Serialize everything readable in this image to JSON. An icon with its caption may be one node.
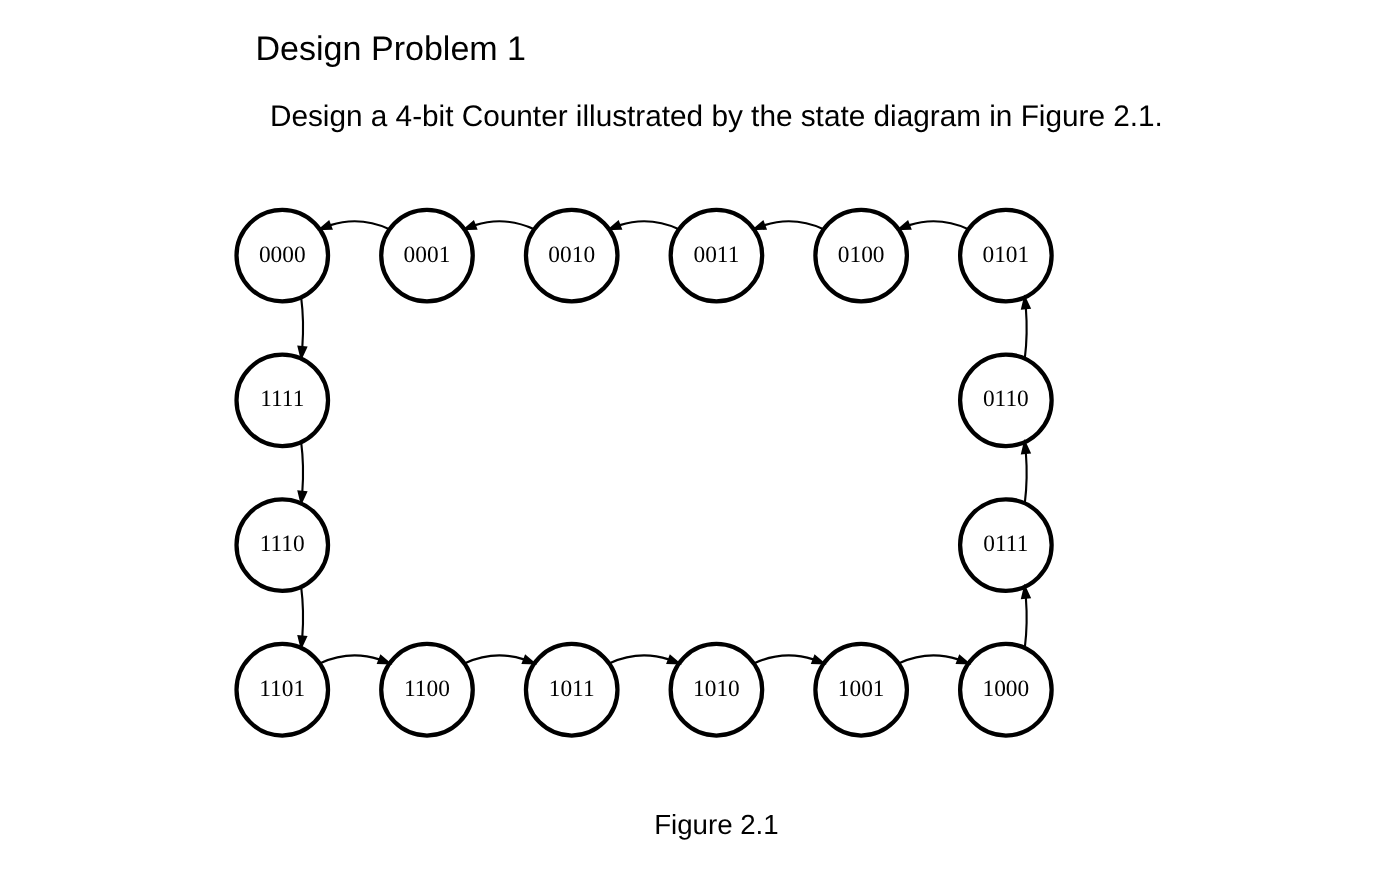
{
  "diagram": {
    "title": "Design Problem 1",
    "caption": "Figure 2.1",
    "nodes": [
      {
        "text": [
          "0000"
        ]
      },
      {
        "text": [
          "0001"
        ]
      },
      {
        "text": [
          "0010"
        ]
      },
      {
        "text": [
          "0011"
        ]
      },
      {
        "text": [
          "0100"
        ]
      },
      {
        "text": [
          "0101"
        ]
      },
      {
        "text": [
          "1111"
        ]
      },
      {
        "text": [
          "0110"
        ]
      },
      {
        "text": [
          "1110"
        ]
      },
      {
        "text": [
          "0111"
        ]
      },
      {
        "text": [
          "1101"
        ]
      },
      {
        "text": [
          "1100"
        ]
      },
      {
        "text": [
          "1011"
        ]
      },
      {
        "text": [
          "1010"
        ]
      },
      {
        "text": [
          "1001"
        ]
      },
      {
        "text": [
          "1000"
        ]
      }
    ],
    "edges": [
      {
        "from": 0,
        "to": 6,
        "arrow": "to"
      },
      {
        "from": 6,
        "to": 8,
        "arrow": "to"
      },
      {
        "from": 8,
        "to": 10,
        "arrow": "to"
      },
      {
        "from": 10,
        "to": 11,
        "arrow": "to"
      },
      {
        "from": 11,
        "to": 12,
        "arrow": "to"
      },
      {
        "from": 12,
        "to": 13,
        "arrow": "to"
      },
      {
        "from": 13,
        "to": 14,
        "arrow": "to"
      },
      {
        "from": 14,
        "to": 15,
        "arrow": "to"
      },
      {
        "from": 15,
        "to": 9,
        "arrow": "to"
      },
      {
        "from": 9,
        "to": 7,
        "arrow": "to"
      },
      {
        "from": 7,
        "to": 5,
        "arrow": "to"
      },
      {
        "from": 5,
        "to": 4,
        "arrow": "to"
      },
      {
        "from": 4,
        "to": 3,
        "arrow": "to"
      },
      {
        "from": 3,
        "to": 2,
        "arrow": "to"
      },
      {
        "from": 2,
        "to": 1,
        "arrow": "to"
      },
      {
        "from": 1,
        "to": 0,
        "arrow": "to"
      }
    ],
    "labels": [
      "Design a 4-bit Counter illustrated by the state diagram in Figure 2.1."
    ]
  }
}
